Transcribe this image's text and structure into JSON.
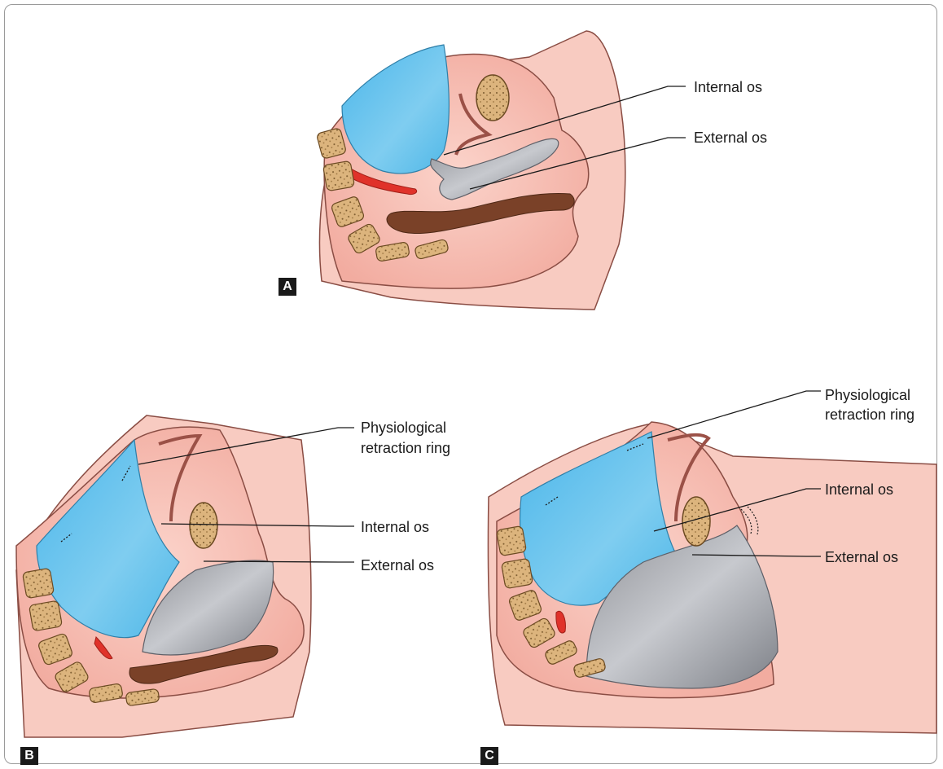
{
  "panels": [
    {
      "id": "A",
      "label": "A",
      "callouts": [
        "Internal os",
        "External os"
      ]
    },
    {
      "id": "B",
      "label": "B",
      "callouts": [
        "Physiological retraction ring",
        "Internal os",
        "External os"
      ]
    },
    {
      "id": "C",
      "label": "C",
      "callouts": [
        "Physiological retraction ring",
        "Internal os",
        "External os"
      ]
    }
  ],
  "panel_a": {
    "label": "A",
    "internal_os": "Internal os",
    "external_os": "External os"
  },
  "panel_b": {
    "label": "B",
    "ring_line1": "Physiological",
    "ring_line2": "retraction ring",
    "internal_os": "Internal os",
    "external_os": "External os"
  },
  "panel_c": {
    "label": "C",
    "ring_line1": "Physiological",
    "ring_line2": "retraction ring",
    "internal_os": "Internal os",
    "external_os": "External os"
  },
  "colors": {
    "tissue": "#f4b8ac",
    "tissue_dark": "#e9968b",
    "amniotic_sac": "#5fc0ec",
    "cervix_gray": "#a9abb0",
    "bone": "#d9b07a",
    "disc": "#a8d2e8",
    "rectum": "#7a4128",
    "vessel": "#e0322a",
    "frame": "#9a9a9a"
  }
}
